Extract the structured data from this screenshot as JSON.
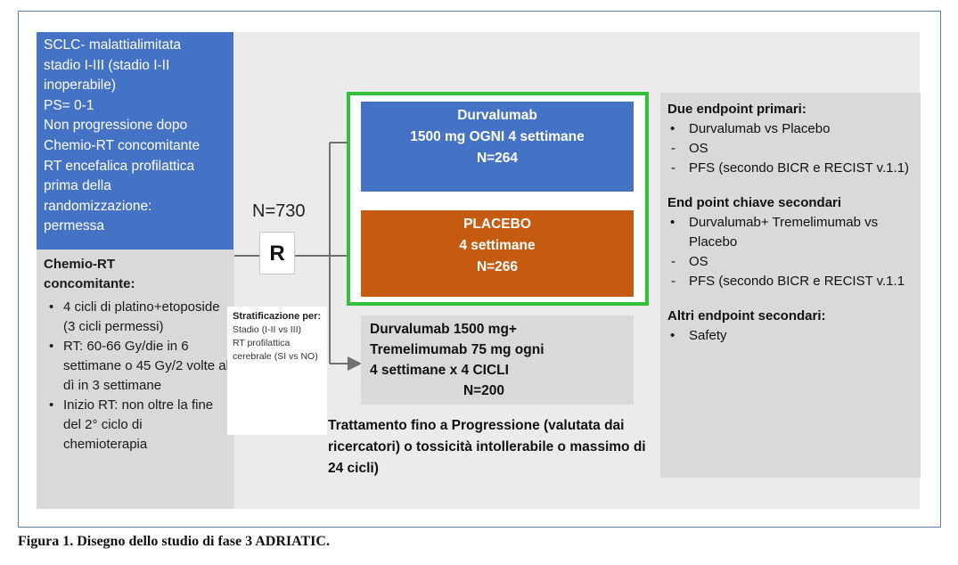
{
  "left_panel": {
    "criteria_lines": [
      "SCLC- malattialimitata",
      "stadio I-III (stadio I-II",
      "inoperabile)",
      "PS= 0-1",
      "Non progressione dopo",
      "Chemio-RT concomitante",
      "RT encefalica profilattica",
      "prima della",
      "randomizzazione:",
      "permessa"
    ],
    "chemo_title": "Chemio-RT concomitante:",
    "chemo_items": [
      "4 cicli di platino+etoposide (3 cicli permessi)",
      "RT: 60-66 Gy/die in 6 settimane o 45 Gy/2 volte al dì in 3 settimane",
      "Inizio RT: non oltre la fine del 2° ciclo di chemioterapia"
    ]
  },
  "randomization": {
    "n_label": "N=730",
    "r_label": "R"
  },
  "stratification": {
    "title": "Stratificazione per:",
    "lines": [
      "Stadio (I-II vs III)",
      "RT profilattica cerebrale (SI vs NO)"
    ]
  },
  "arms": {
    "durvalumab": {
      "line1": "Durvalumab",
      "line2": "1500 mg OGNI 4 settimane",
      "line3": "N=264"
    },
    "placebo": {
      "line1": "PLACEBO",
      "line2": "4 settimane",
      "line3": "N=266"
    },
    "durva_treme": {
      "line1": "Durvalumab 1500 mg+",
      "line2": "Tremelimumab 75 mg ogni",
      "line3": "4 settimane  x 4 CICLI",
      "line4": "N=200"
    }
  },
  "treatment_note": "Trattamento fino a Progressione (valutata dai ricercatori) o tossicità intollerabile o massimo di 24 cicli)",
  "endpoints": {
    "primary_title": "Due endpoint primari:",
    "primary_items": [
      {
        "marker": "bullet",
        "text": "Durvalumab vs Placebo"
      },
      {
        "marker": "dash",
        "text": "OS"
      },
      {
        "marker": "dash",
        "text": "PFS (secondo BICR e RECIST v.1.1)"
      }
    ],
    "key_secondary_title": "End point chiave secondari",
    "key_secondary_items": [
      {
        "marker": "bullet",
        "text": "Durvalumab+ Tremelimumab vs Placebo"
      },
      {
        "marker": "dash",
        "text": "OS"
      },
      {
        "marker": "dash",
        "text": "PFS (secondo BICR e RECIST v.1.1"
      }
    ],
    "other_secondary_title": "Altri endpoint secondari:",
    "other_secondary_items": [
      {
        "marker": "bullet",
        "text": "Safety"
      }
    ]
  },
  "caption": "Figura 1. Disegno dello studio di fase 3 ADRIATIC.",
  "colors": {
    "blue": "#4472c4",
    "orange": "#c55a11",
    "green_frame": "#34c03a",
    "gray_box": "#d9d9d9",
    "frame_border": "#5a7fa6"
  }
}
